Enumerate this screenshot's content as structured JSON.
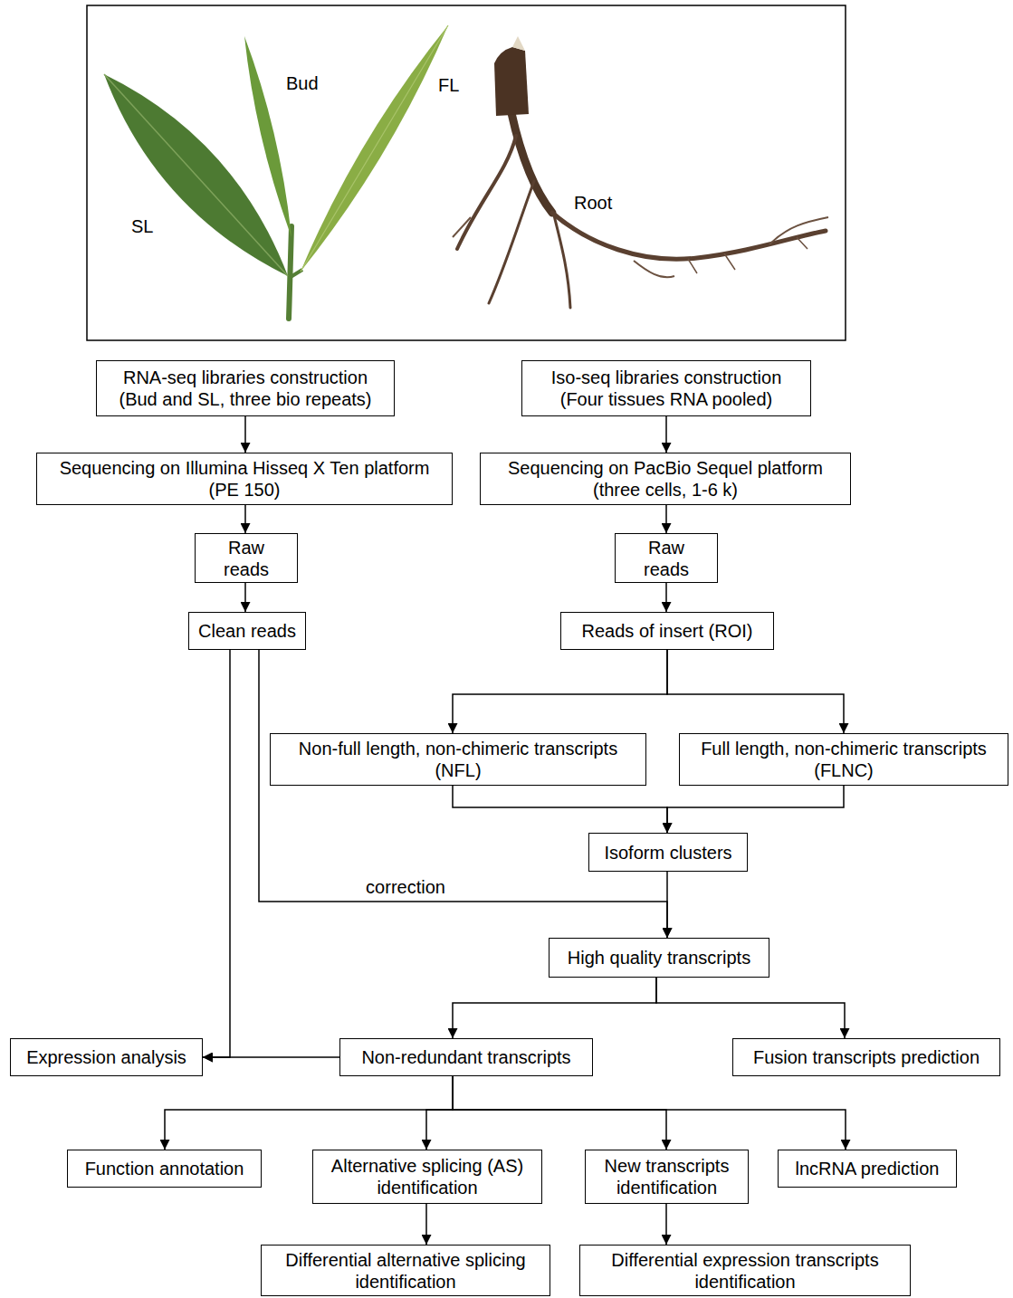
{
  "diagram": {
    "nodes": [
      {
        "text": [
          "RNA-seq libraries construction (Bud and SL, three bio repeats)"
        ]
      },
      {
        "text": [
          "Iso-seq libraries construction (Four tissues RNA pooled)"
        ]
      },
      {
        "text": [
          "Sequencing on Illumina Hisseq X Ten platform (PE 150)"
        ]
      },
      {
        "text": [
          "Sequencing on PacBio Sequel platform (three cells, 1-6 k)"
        ]
      },
      {
        "text": [
          "Raw reads"
        ]
      },
      {
        "text": [
          "Raw reads"
        ]
      },
      {
        "text": [
          "Clean reads"
        ]
      },
      {
        "text": [
          "Reads of insert (ROI)"
        ]
      },
      {
        "text": [
          "Non-full length, non-chimeric transcripts (NFL)"
        ]
      },
      {
        "text": [
          "Full length, non-chimeric transcripts (FLNC)"
        ]
      },
      {
        "text": [
          "Isoform clusters"
        ]
      },
      {
        "text": [
          "High quality transcripts"
        ]
      },
      {
        "text": [
          "Expression analysis"
        ]
      },
      {
        "text": [
          "Non-redundant transcripts"
        ]
      },
      {
        "text": [
          "Fusion transcripts prediction"
        ]
      },
      {
        "text": [
          "Function annotation"
        ]
      },
      {
        "text": [
          "Alternative splicing (AS) identification"
        ]
      },
      {
        "text": [
          "New transcripts identification"
        ]
      },
      {
        "text": [
          "lncRNA prediction"
        ]
      },
      {
        "text": [
          "Differential alternative splicing identification"
        ]
      },
      {
        "text": [
          "Differential expression transcripts identification"
        ]
      }
    ],
    "edges": [
      {
        "from": 0,
        "to": 2,
        "arrow": "to"
      },
      {
        "from": 2,
        "to": 4,
        "arrow": "to"
      },
      {
        "from": 4,
        "to": 6,
        "arrow": "to"
      },
      {
        "from": 1,
        "to": 3,
        "arrow": "to"
      },
      {
        "from": 3,
        "to": 5,
        "arrow": "to"
      },
      {
        "from": 5,
        "to": 7,
        "arrow": "to"
      },
      {
        "from": 7,
        "to": 8,
        "arrow": "to"
      },
      {
        "from": 7,
        "to": 9,
        "arrow": "to"
      },
      {
        "from": 8,
        "to": 10,
        "arrow": "to"
      },
      {
        "from": 9,
        "to": 10,
        "arrow": "to"
      },
      {
        "from": 10,
        "to": 11,
        "arrow": "to"
      },
      {
        "from": 6,
        "to": 11,
        "label": "correction",
        "arrow": "to"
      },
      {
        "from": 11,
        "to": 13,
        "arrow": "to"
      },
      {
        "from": 11,
        "to": 14,
        "arrow": "to"
      },
      {
        "from": 6,
        "to": 12,
        "arrow": "to"
      },
      {
        "from": 13,
        "to": 12,
        "arrow": "to"
      },
      {
        "from": 13,
        "to": 15,
        "arrow": "to"
      },
      {
        "from": 13,
        "to": 16,
        "arrow": "to"
      },
      {
        "from": 13,
        "to": 17,
        "arrow": "to"
      },
      {
        "from": 13,
        "to": 18,
        "arrow": "to"
      },
      {
        "from": 16,
        "to": 19,
        "arrow": "to"
      },
      {
        "from": 17,
        "to": 20,
        "arrow": "to"
      }
    ],
    "labels": [
      "Bud",
      "FL",
      "SL",
      "Root"
    ]
  }
}
